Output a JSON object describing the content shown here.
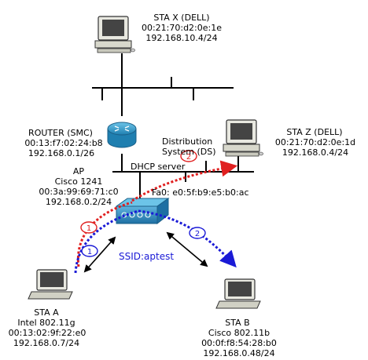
{
  "sta_x": {
    "name": "STA X (DELL)",
    "mac": "00:21:70:d2:0e:1e",
    "ip": "192.168.10.4/24"
  },
  "router": {
    "name": "ROUTER (SMC)",
    "mac": "00:13:f7:02:24:b8",
    "ip": "192.168.0.1/26"
  },
  "ds": {
    "line1": "Distribution",
    "line2": "System (DS)"
  },
  "sta_z": {
    "name": "STA Z (DELL)",
    "mac": "00:21:70:d2:0e:1d",
    "ip": "192.168.0.4/24"
  },
  "dhcp": {
    "label": "DHCP server"
  },
  "ap": {
    "name": "AP",
    "model": "Cisco 1241",
    "mac": "00:3a:99:69:71:c0",
    "ip": "192.168.0.2/24",
    "iface": "Fa0: e0:5f:b9:e5:b0:ac"
  },
  "ssid": {
    "label": "SSID:aptest"
  },
  "sta_a": {
    "name": "STA A",
    "model": "Intel 802.11g",
    "mac": "00:13:02:9f:22:e0",
    "ip": "192.168.0.7/24"
  },
  "sta_b": {
    "name": "STA B",
    "model": "Cisco 802.11b",
    "mac": "00:0f:f8:54:28:b0",
    "ip": "192.168.0.48/24"
  },
  "markers": {
    "m1_red": "1",
    "m1_blue": "1",
    "m2_red": "2",
    "m2_blue": "2"
  },
  "colors": {
    "red": "#e02020",
    "blue": "#1a1ad6",
    "router": "#3aa0cc",
    "ap": "#2f8fc4"
  }
}
